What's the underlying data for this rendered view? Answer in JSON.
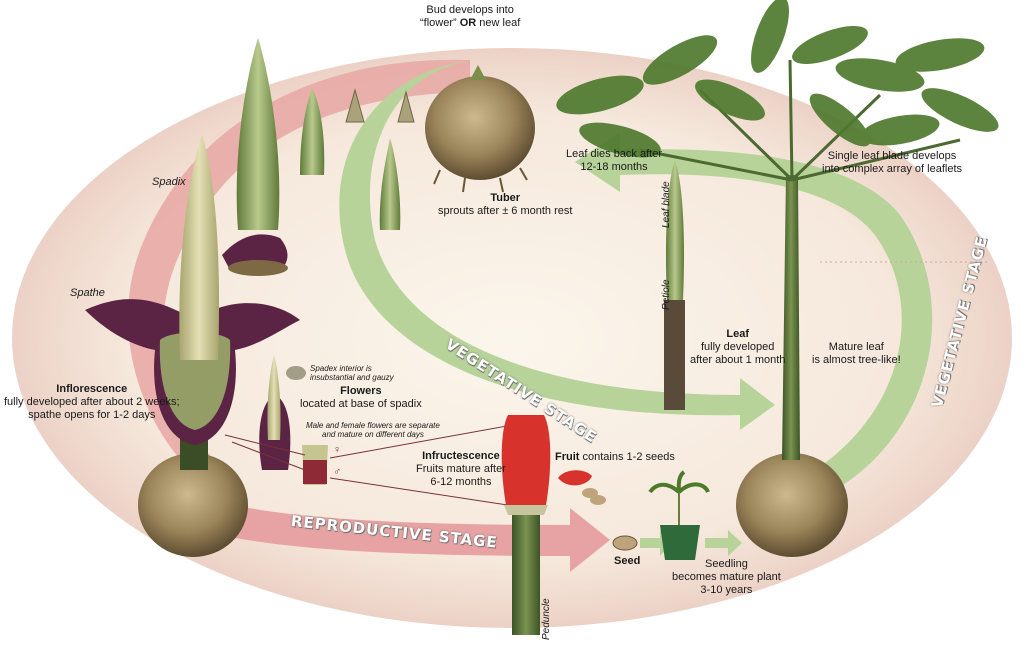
{
  "labels": {
    "bud": {
      "line1": "Bud develops into",
      "line2_pre": "“flower” ",
      "line2_or": "OR",
      "line2_post": " new leaf"
    },
    "tuber": {
      "title": "Tuber",
      "text": "sprouts after ± 6 month rest"
    },
    "leaf_dies": {
      "line1": "Leaf dies back after",
      "line2": "12-18 months"
    },
    "single_leaf": {
      "line1": "Single leaf blade develops",
      "line2": "into complex array of leaflets"
    },
    "spadix": "Spadix",
    "spathe": "Spathe",
    "leaf_blade": "Leaf blade",
    "petiole": "Petiole",
    "leaf": {
      "title": "Leaf",
      "line1": "fully developed",
      "line2": "after about 1 month"
    },
    "mature_leaf": {
      "line1": "Mature leaf",
      "line2": "is almost tree-like!"
    },
    "inflorescence": {
      "title": "Inflorescence",
      "line1": "fully developed after about 2 weeks;",
      "line2": "spathe opens for 1-2 days"
    },
    "spadex_interior": {
      "line1": "Spadex interior is",
      "line2": "insubstantial and gauzy"
    },
    "flowers": {
      "title": "Flowers",
      "text": "located at base of spadix"
    },
    "male_female": {
      "line1": "Male and female flowers are separate",
      "line2": "and mature on different days"
    },
    "infructescence": {
      "title": "Infructescence",
      "line1": "Fruits mature after",
      "line2": "6-12 months"
    },
    "fruit": {
      "title": "Fruit",
      "text": " contains 1-2 seeds"
    },
    "seed": "Seed",
    "seedling": {
      "line1": "Seedling",
      "line2": "becomes mature plant",
      "line3": "3-10 years"
    },
    "peduncle": "Peduncle",
    "female_symbol": "♀",
    "male_symbol": "♂"
  },
  "stages": {
    "vegetative_inner": "VEGETATIVE STAGE",
    "vegetative_right": "VEGETATIVE STAGE",
    "reproductive": "REPRODUCTIVE STAGE"
  },
  "colors": {
    "oval": "#efd9cf",
    "vegetative_arrow": "#b7d39a",
    "reproductive_arrow": "#e7a3a3",
    "tuber": "#a58d63",
    "stalk": "#4f6b34",
    "spathe_purple": "#5c2444",
    "fruit_red": "#d8322d"
  }
}
